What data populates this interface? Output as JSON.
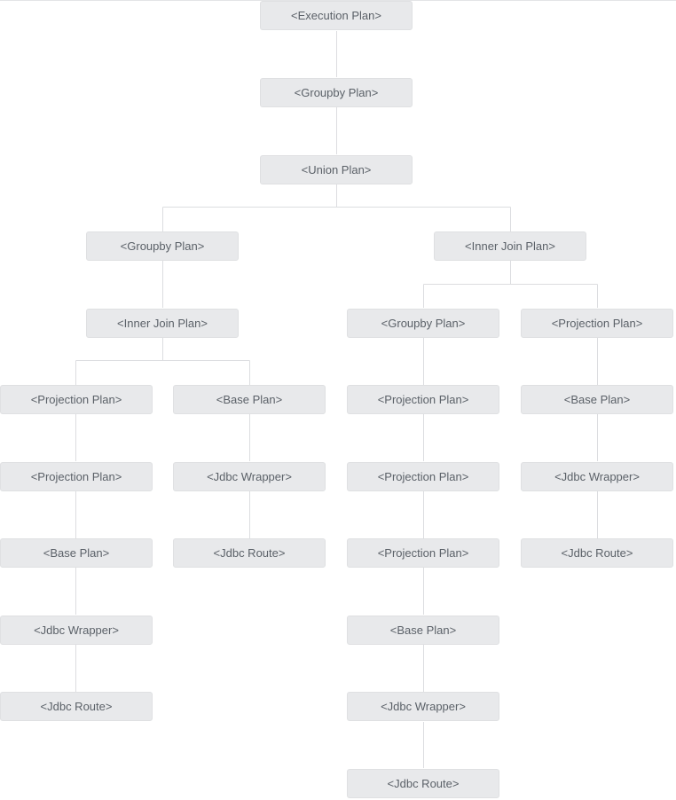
{
  "nodes": {
    "execution_plan": "<Execution Plan>",
    "groupby_plan": "<Groupby Plan>",
    "union_plan": "<Union Plan>",
    "left_groupby_plan": "<Groupby Plan>",
    "left_inner_join_plan": "<Inner Join Plan>",
    "ll_projection_plan_1": "<Projection Plan>",
    "ll_projection_plan_2": "<Projection Plan>",
    "ll_base_plan": "<Base Plan>",
    "ll_jdbc_wrapper": "<Jdbc Wrapper>",
    "ll_jdbc_route": "<Jdbc Route>",
    "lr_base_plan": "<Base Plan>",
    "lr_jdbc_wrapper": "<Jdbc Wrapper>",
    "lr_jdbc_route": "<Jdbc Route>",
    "right_inner_join_plan": "<Inner Join Plan>",
    "rl_groupby_plan": "<Groupby Plan>",
    "rl_projection_plan_1": "<Projection Plan>",
    "rl_projection_plan_2": "<Projection Plan>",
    "rl_projection_plan_3": "<Projection Plan>",
    "rl_base_plan": "<Base Plan>",
    "rl_jdbc_wrapper": "<Jdbc Wrapper>",
    "rl_jdbc_route": "<Jdbc Route>",
    "rr_projection_plan": "<Projection Plan>",
    "rr_base_plan": "<Base Plan>",
    "rr_jdbc_wrapper": "<Jdbc Wrapper>",
    "rr_jdbc_route": "<Jdbc Route>"
  },
  "colors": {
    "node_fill": "#e8e9eb",
    "node_text": "#5b6168",
    "connector": "#dcdde0"
  }
}
